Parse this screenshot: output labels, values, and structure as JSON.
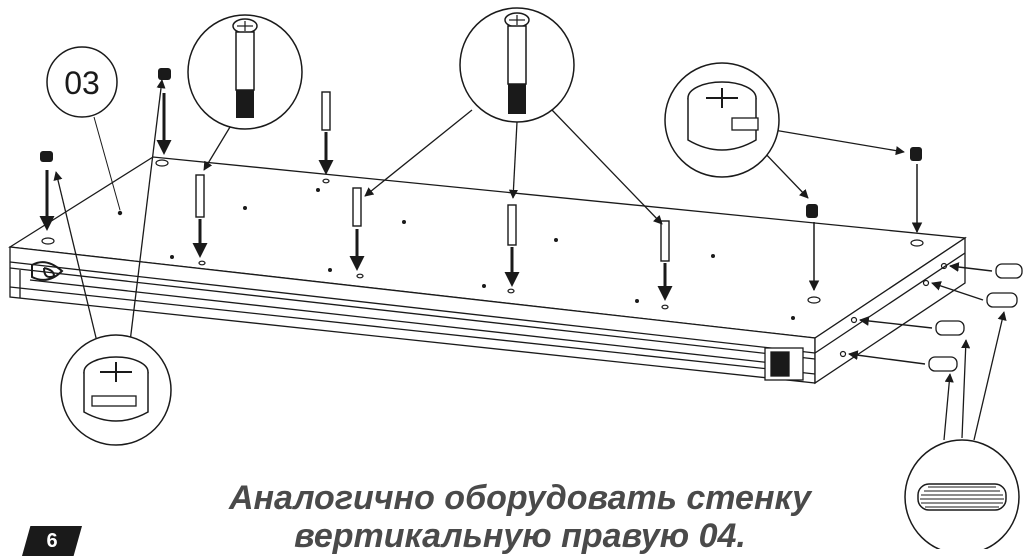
{
  "diagram": {
    "part_label": "03",
    "caption_line1": "Аналогично оборудовать стенку",
    "caption_line2": "вертикальную правую 04.",
    "step_number": "6"
  }
}
